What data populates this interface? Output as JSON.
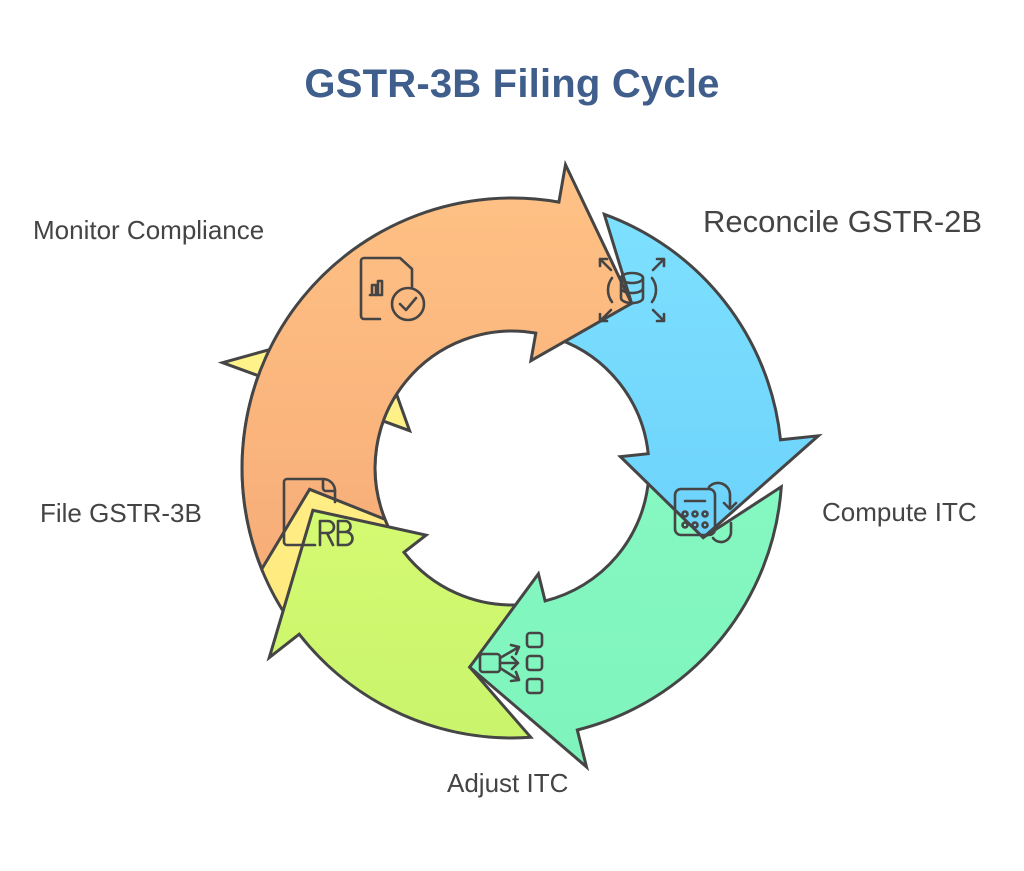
{
  "title": "GSTR-3B Filing Cycle",
  "stroke_color": "#454545",
  "steps": [
    {
      "label": "Monitor Compliance",
      "icon": "document-chart-check-icon",
      "color_top": "#ffc285",
      "color_bottom": "#f9b27a"
    },
    {
      "label": "Reconcile GSTR-2B",
      "icon": "database-expand-icon",
      "color_top": "#7ddfff",
      "color_bottom": "#6fd5fb"
    },
    {
      "label": "Compute ITC",
      "icon": "calculator-refresh-icon",
      "color_top": "#84f7c0",
      "color_bottom": "#7ef5bd"
    },
    {
      "label": "Adjust ITC",
      "icon": "distribute-items-icon",
      "color_top": "#d2f970",
      "color_bottom": "#cbf56c"
    },
    {
      "label": "File GSTR-3B",
      "icon": "document-rb-icon",
      "color_top": "#fff38a",
      "color_bottom": "#ffe97f"
    }
  ]
}
